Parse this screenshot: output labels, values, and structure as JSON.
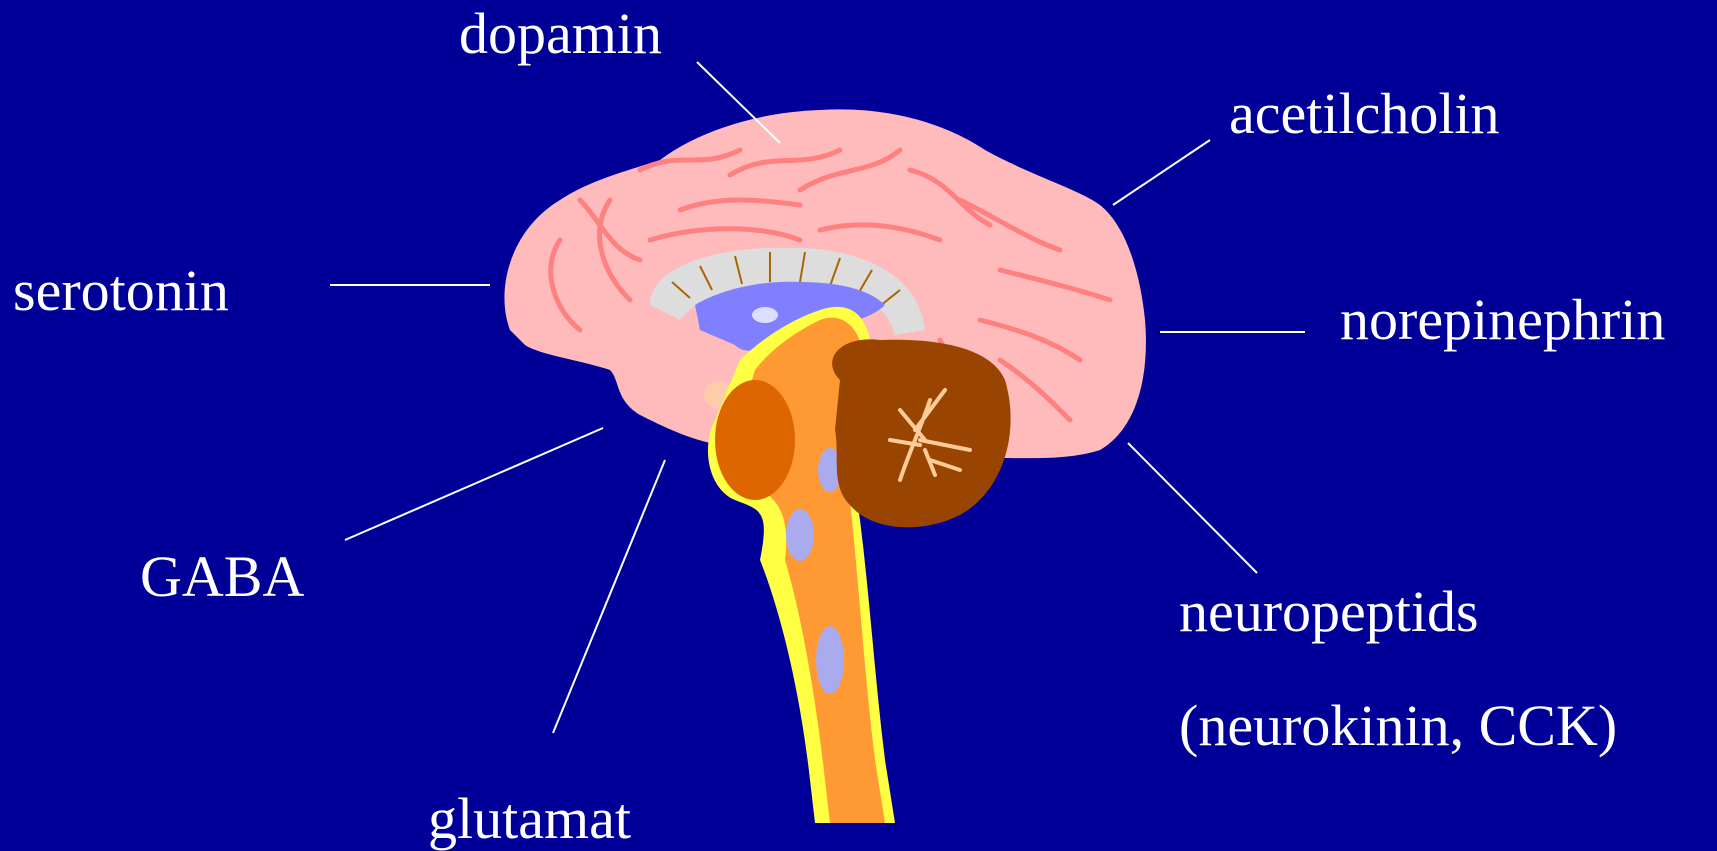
{
  "labels": {
    "dopamin": "dopamin",
    "acetilcholin": "acetilcholin",
    "serotonin": "serotonin",
    "norepinephrin": "norepinephrin",
    "gaba": "GABA",
    "neuropeptids": "neuropeptids",
    "neuropeptids_examples": "(neurokinin, CCK)",
    "glutamat": "glutamat"
  },
  "colors": {
    "background": "#000099",
    "text": "#ffffff",
    "leader_line": "#ffffff",
    "cerebrum": "#ffbbbb",
    "gyri": "#ff8080",
    "corpus_callosum": "#dddddd",
    "ventricle": "#8080ff",
    "brainstem": "#ff9933",
    "brainstem_edge": "#ffff44",
    "thalamus": "#dd6600",
    "cerebellum": "#994400",
    "arbor_vitae": "#ffcc99",
    "nuclei": "#aaaaee"
  }
}
